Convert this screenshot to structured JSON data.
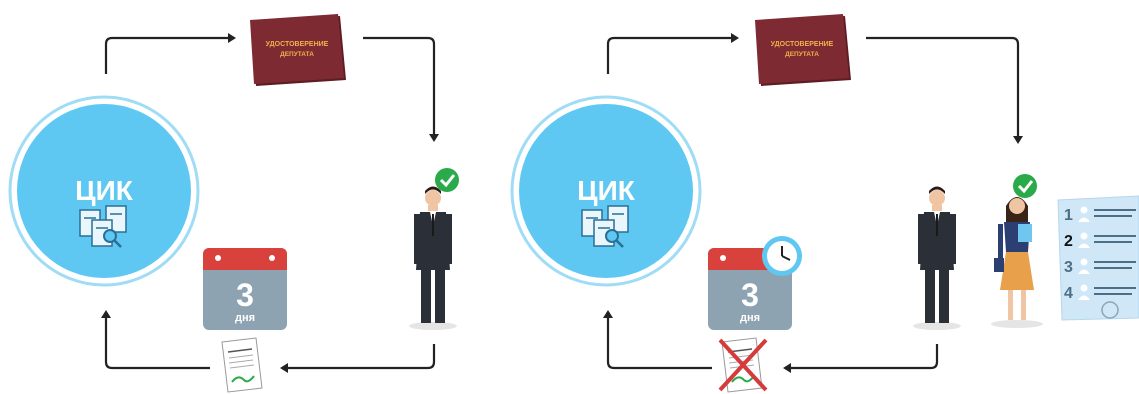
{
  "left_scheme": {
    "cik_label": "ЦИК",
    "certificate": {
      "line1": "УДОСТОВЕРЕНИЕ",
      "line2": "ДЕПУТАТА"
    },
    "calendar": {
      "number": "3",
      "unit": "дня"
    }
  },
  "right_scheme": {
    "cik_label": "ЦИК",
    "certificate": {
      "line1": "УДОСТОВЕРЕНИЕ",
      "line2": "ДЕПУТАТА"
    },
    "calendar": {
      "number": "3",
      "unit": "дня"
    },
    "candidate_list": [
      "1",
      "2",
      "3",
      "4"
    ]
  },
  "colors": {
    "cik_circle": "#5ec8f2",
    "cik_ring": "#9fdcf6",
    "book": "#7d2a33",
    "calendar_top": "#d9413d",
    "calendar_body": "#8ea3b2",
    "check": "#2aaa4a",
    "cross": "#d63b3b",
    "arrow": "#222222"
  }
}
